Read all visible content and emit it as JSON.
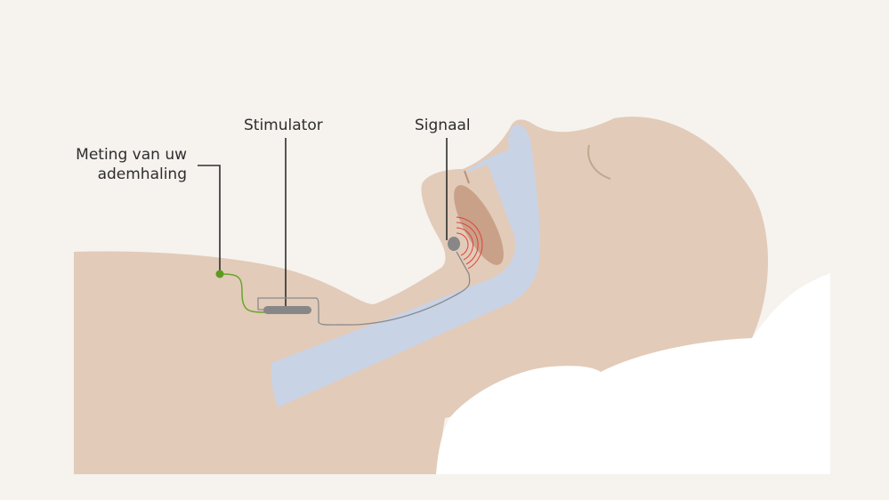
{
  "labels": {
    "breathing": [
      "Meting van uw",
      "ademhaling"
    ],
    "stimulator": "Stimulator",
    "signal": "Signaal"
  },
  "colors": {
    "background": "#f6f2ee",
    "skin": "#e2cbb9",
    "airway": "#c9d3e6",
    "tongue": "#c9a188",
    "pillow": "#ffffff",
    "device": "#878787",
    "sensor": "#5e9a1e",
    "signal_waves": "#e0413a",
    "leader_line": "#2e2e2e"
  }
}
